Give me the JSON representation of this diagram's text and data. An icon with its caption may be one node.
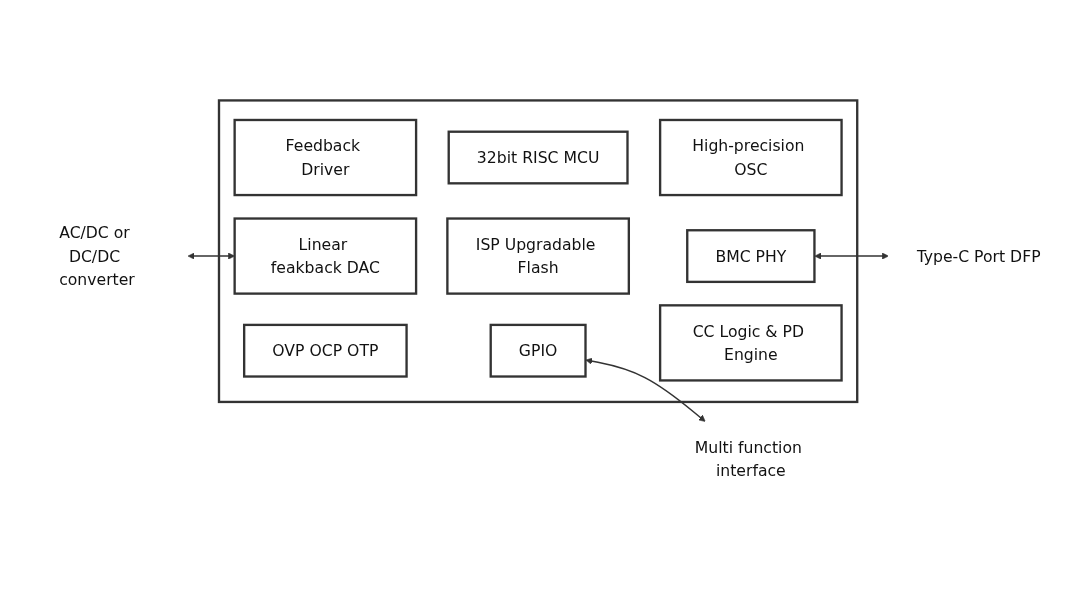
{
  "diagram": {
    "nodes": [
      {
        "text": [],
        "shape": "box"
      },
      {
        "text": [
          "Feedback Driver"
        ],
        "in": 0
      },
      {
        "text": [
          "32bit RISC MCU"
        ],
        "in": 0
      },
      {
        "text": [
          "High-precision OSC"
        ],
        "in": 0
      },
      {
        "text": [
          "AC/DC or DC/DC converter"
        ]
      },
      {
        "text": [
          "Linear feakback DAC"
        ],
        "in": 0
      },
      {
        "text": [
          "ISP Upgradable Flash"
        ],
        "in": 0
      },
      {
        "text": [
          "BMC PHY"
        ],
        "in": 0
      },
      {
        "text": [
          "Type-C Port DFP"
        ]
      },
      {
        "text": [
          "OVP OCP OTP"
        ],
        "in": 0
      },
      {
        "text": [
          "GPIO"
        ],
        "in": 0
      },
      {
        "text": [
          "CC Logic & PD Engine"
        ],
        "in": 0
      },
      {
        "text": [
          "Multi function interface"
        ]
      }
    ],
    "edges": [
      {
        "from": 4,
        "to": 5,
        "arrow": "both"
      },
      {
        "from": 7,
        "to": 8,
        "arrow": "both"
      },
      {
        "from": 10,
        "to": 12,
        "arrow": "both"
      }
    ]
  }
}
